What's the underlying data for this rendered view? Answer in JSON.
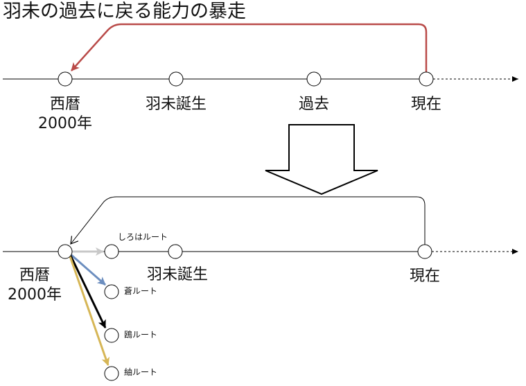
{
  "title": "羽未の過去に戻る能力の暴走",
  "top_timeline": {
    "nodes": {
      "year2000_line1": "西暦",
      "year2000_line2": "2000年",
      "hane_birth": "羽未誕生",
      "past": "過去",
      "present": "現在"
    }
  },
  "bottom_timeline": {
    "nodes": {
      "year2000_line1": "西暦",
      "year2000_line2": "2000年",
      "hane_birth": "羽未誕生",
      "present": "現在"
    },
    "routes": {
      "shiroha": "しろはルート",
      "ao": "蒼ルート",
      "kamome": "鴎ルート",
      "tsumugi": "紬ルート"
    }
  },
  "colors": {
    "time_travel_arrow": "#b94a48",
    "shiroha_route": "#c8c8c8",
    "ao_route": "#6c8ebf",
    "kamome_route": "#000000",
    "tsumugi_route": "#d6b656",
    "transition_arrow": "#000000"
  }
}
